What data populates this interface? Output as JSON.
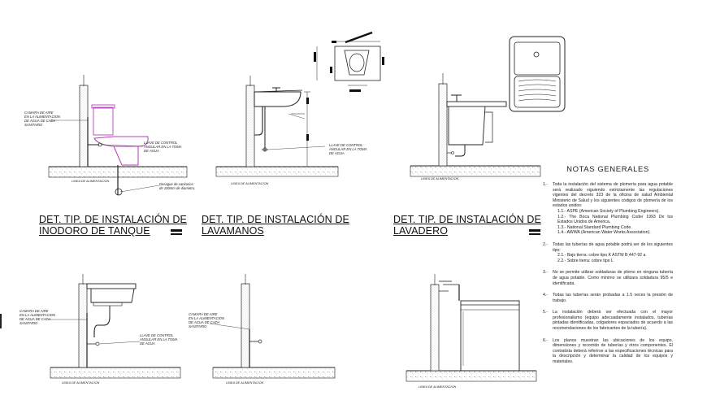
{
  "details": {
    "inodoro": {
      "title_line1": "DET. TIP. DE INSTALACIÓN DE",
      "title_line2": "INODORO DE TANQUE",
      "label_camara": "CAMARA DE AIRE\nEN LA ALIMENTACION\nDE AGUA DE CADA\nSANITARIO",
      "label_llave": "LLAVE DE CONTROL\nANGULAR EN LA TOMA\nDE AGUA",
      "label_desague": "Desague de sanitarios\nde 100mm de diametro.",
      "label_base": "LINEA DE ALIMENTACION"
    },
    "lavamanos": {
      "title_line1": "DET. TIP. DE INSTALACIÓN DE",
      "title_line2": "LAVAMANOS",
      "label_llave": "LLAVE DE CONTROL\nANGULAR EN LA TOMA\nDE AGUA",
      "label_base": "LINEA DE ALIMENTACION"
    },
    "lavadero": {
      "title_line1": "DET. TIP. DE INSTALACIÓN DE",
      "title_line2": "LAVADERO",
      "label_base": "LINEA DE ALIMENTACION"
    },
    "bottom_left": {
      "label_camara": "CAMARA DE AIRE\nEN LA ALIMENTACION\nDE AGUA DE CADA\nSANITARIO",
      "label_llave": "LLAVE DE CONTROL\nANGULAR EN LA TOMA\nDE AGUA",
      "label_base": "LINEA DE ALIMENTACION"
    },
    "bottom_mid": {
      "label_camara": "CAMARA DE AIRE\nEN LA ALIMENTACION\nDE AGUA DE CADA\nSANITARIO",
      "label_base": "LINEA DE ALIMENTACION"
    },
    "bottom_right": {
      "label_base": "LINEA DE ALIMENTACION"
    }
  },
  "notes": {
    "heading": "NOTAS GENERALES",
    "items": [
      {
        "num": "1.-",
        "text": "Toda la instalación del sistema de plomería para agua potable será realizado siguiendo estrictamente las regulaciones vigentes del decreto 323 de la oficina de salud Ambiental Ministerio de Salud y los siguientes códigos de plomería de los estados unidos:"
      },
      {
        "num": "",
        "text": "1.1.- ASPE (American Society of Plumbing Engineers)."
      },
      {
        "num": "",
        "text": "1.2.- The Boca National Plumbing Code/ 1993 De los Estados Unidos de America."
      },
      {
        "num": "",
        "text": "1.3.- National Standard Plumbing Code."
      },
      {
        "num": "",
        "text": "1.4.- AWWA (American Water Works Association)."
      },
      {
        "num": "2.-",
        "text": "Todas las tuberías de agua potable podrá ser de los siguientes tipo:"
      },
      {
        "num": "",
        "text": "2.1.- Bajo tierra: cobre tipo K ASTM B 447-92 a"
      },
      {
        "num": "",
        "text": "2.2.- Sobre tierra: cobre tipo L"
      },
      {
        "num": "3.-",
        "text": "No se permite utilizar soldaduras de plomo en ninguna tubería de agua potable. Como mínimo se utilizara soldadura 95/5 e identificada."
      },
      {
        "num": "4.-",
        "text": "Todas las tuberías serán probadas a 1.5 veces la presión de trabajo."
      },
      {
        "num": "5.-",
        "text": "La instalación deberá ser efectuada con el mayor profesionalismo (equipo adecuadamente instalados, tuberías pintadas identificadas, colgadores espaciados de acuerdo a las recomendaciones de los fabricantes de la tubería)."
      },
      {
        "num": "6.-",
        "text": "Los planos muestran las ubicaciones de los equipo, dimensiones y recorrido de tuberías y otros componentes. El contratista deberá referirse a las especificaciones técnicas para la descripción y determinar la calidad de los equipos y materiales."
      }
    ]
  },
  "colors": {
    "line": "#222222",
    "tank": "#d070d0",
    "bowl": "#b040b0",
    "hatch": "#888888"
  }
}
